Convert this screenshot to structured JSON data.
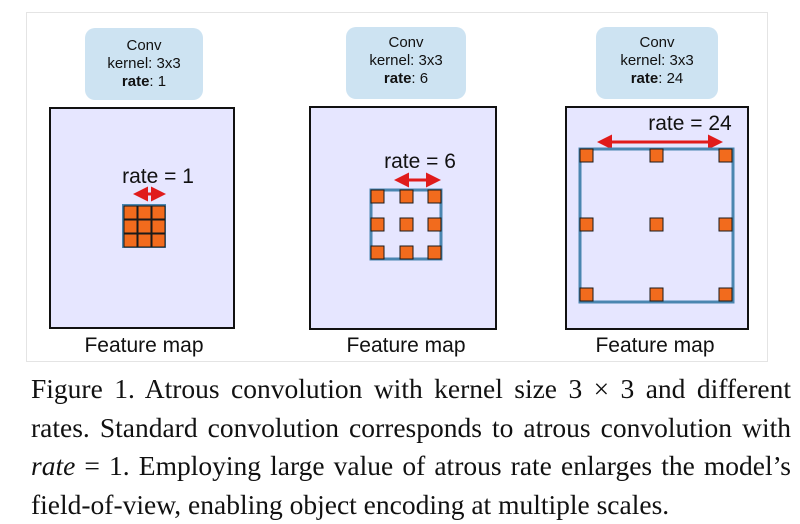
{
  "panels": [
    {
      "conv_title": "Conv",
      "kernel_line": "kernel: 3x3",
      "rate_key": "rate",
      "rate_value": ": 1",
      "rate_label": "rate = 1",
      "feature_label": "Feature map",
      "rate": 1
    },
    {
      "conv_title": "Conv",
      "kernel_line": "kernel: 3x3",
      "rate_key": "rate",
      "rate_value": ": 6",
      "rate_label": "rate = 6",
      "feature_label": "Feature map",
      "rate": 6
    },
    {
      "conv_title": "Conv",
      "kernel_line": "kernel: 3x3",
      "rate_key": "rate",
      "rate_value": ": 24",
      "rate_label": "rate = 24",
      "feature_label": "Feature map",
      "rate": 24
    }
  ],
  "colors": {
    "info_box": "#cde3f2",
    "feature_map_fill": "#e6e6ff",
    "kernel_cell": "#f26b1d",
    "grid_border": "#4a86b0",
    "arrow": "#e01b1b"
  },
  "caption": {
    "label": "Figure 1.",
    "part1": "Atrous convolution with kernel size",
    "math_size": "3 × 3",
    "part2": "and different rates. Standard convolution corresponds to atrous convolution with",
    "math_rate": "rate",
    "math_eq": " = 1",
    "part3": ". Employing large value of atrous rate enlarges the model’s field-of-view, enabling object encoding at multiple scales."
  }
}
